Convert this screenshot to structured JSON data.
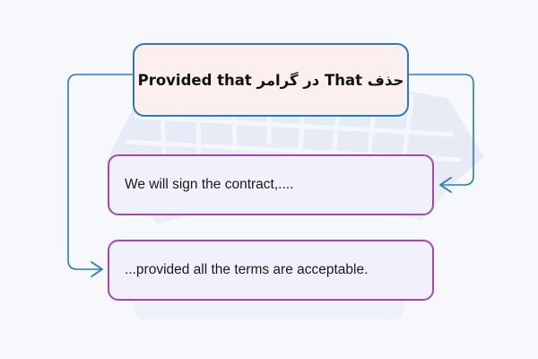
{
  "title": {
    "text": "حذف That  در گرامر Provided that"
  },
  "steps": [
    {
      "text": "We will sign the contract,...."
    },
    {
      "text": "...provided all the terms are acceptable."
    }
  ],
  "colors": {
    "background": "#f6f8fc",
    "title_border": "#2f78c0",
    "title_fill": "#fbf0ef",
    "step_border": "#a04bb0",
    "step_fill": "#f3f0fe",
    "connector": "#2f78c0",
    "watermark": "#e6eaf4"
  },
  "icons": {
    "watermark": "logo-watermark",
    "connector_arrows": "arrow-right-icon"
  }
}
